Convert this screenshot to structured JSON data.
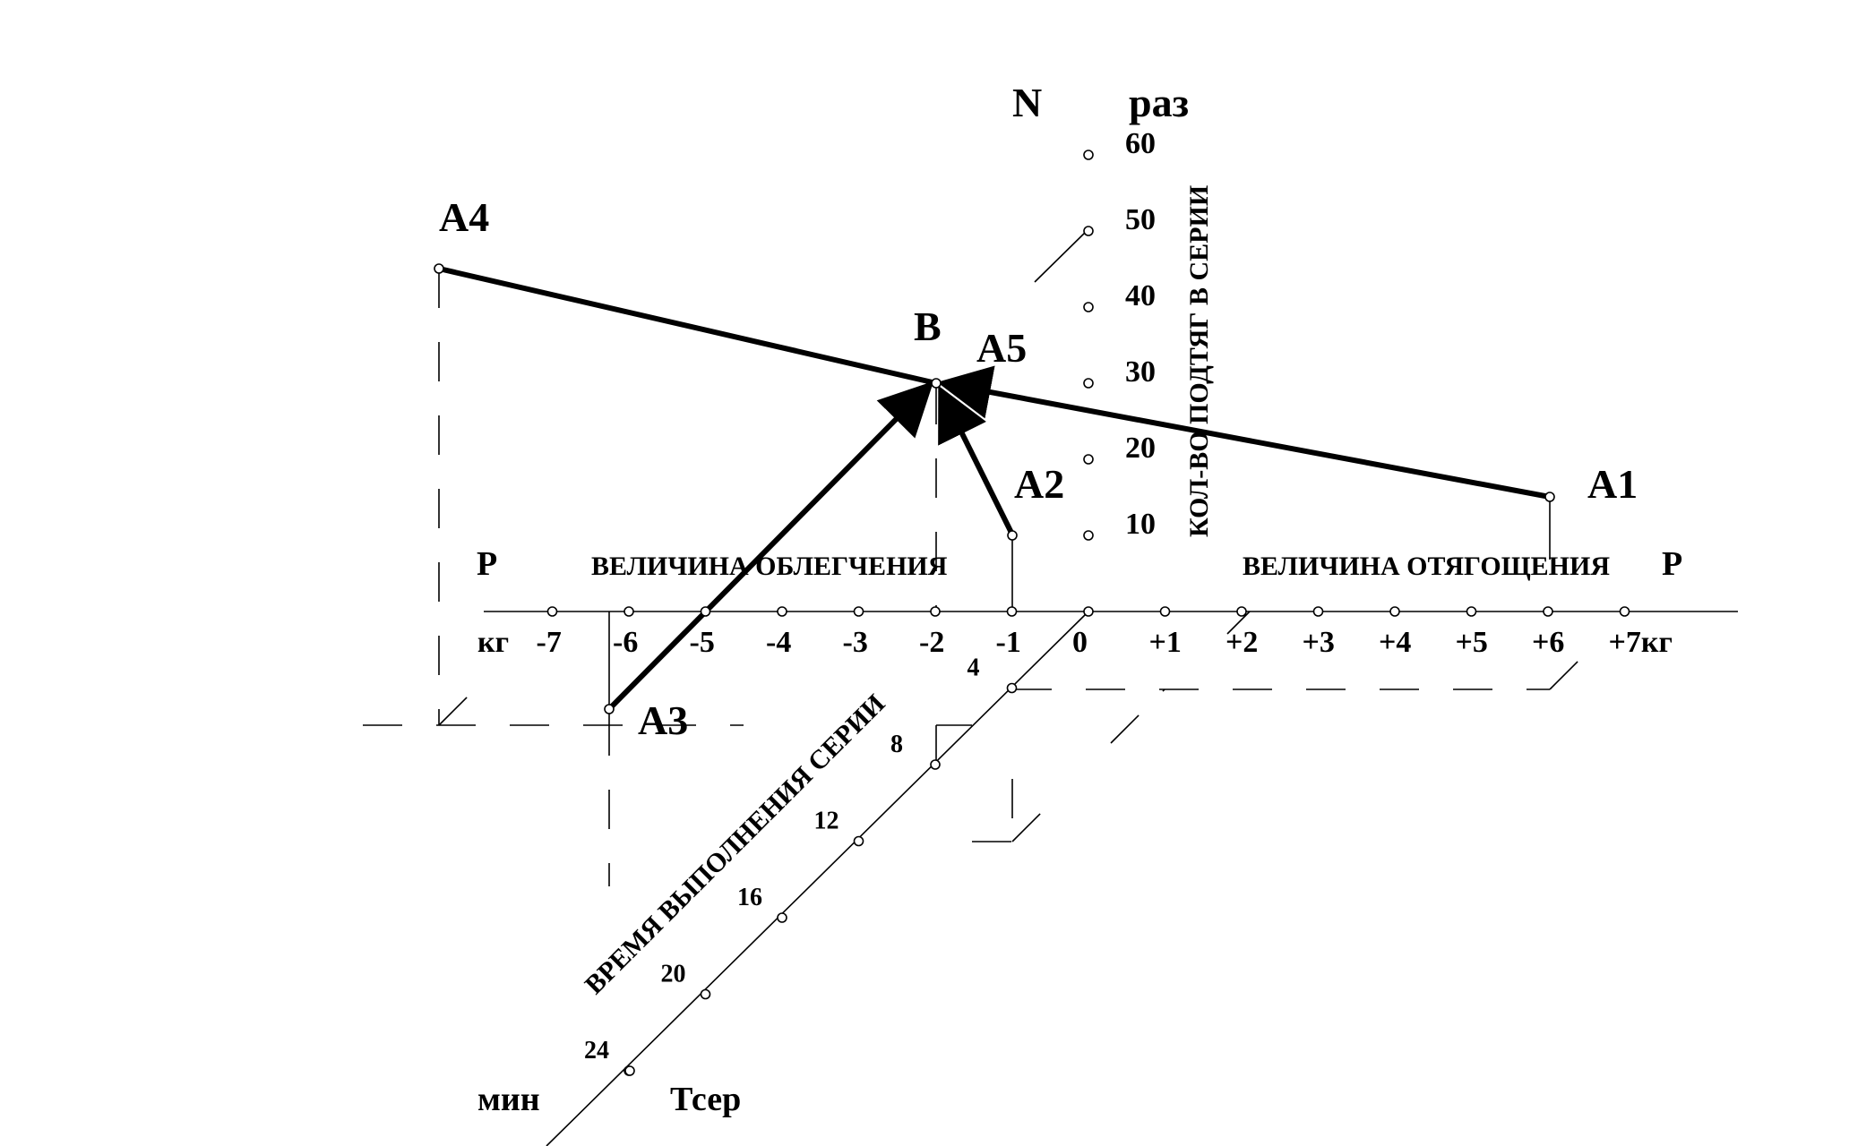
{
  "axes": {
    "p_left_label": "P",
    "p_right_label": "P",
    "kg_left_label": "кг",
    "lightening_caption": "ВЕЛИЧИНА ОБЛЕГЧЕНИЯ",
    "weighting_caption": "ВЕЛИЧИНА ОТЯГОЩЕНИЯ",
    "n_label": "N",
    "times_label": "раз",
    "pullups_caption": "КОЛ-ВО  ПОДТЯГ  В  СЕРИИ",
    "min_label": "мин",
    "tser_label": "Тсер",
    "time_caption": "ВРЕМЯ ВЫПОЛНЕНИЯ СЕРИИ"
  },
  "p_ticks": [
    "-7",
    "-6",
    "-5",
    "-4",
    "-3",
    "-2",
    "-1",
    "0",
    "+1",
    "+2",
    "+3",
    "+4",
    "+5",
    "+6",
    "+7кг"
  ],
  "n_ticks": [
    "10",
    "20",
    "30",
    "40",
    "50",
    "60"
  ],
  "t_ticks": [
    "4",
    "8",
    "12",
    "16",
    "20",
    "24"
  ],
  "points": {
    "A1": "A1",
    "A2": "A2",
    "A3": "A3",
    "A4": "A4",
    "A5": "A5",
    "B": "B"
  }
}
